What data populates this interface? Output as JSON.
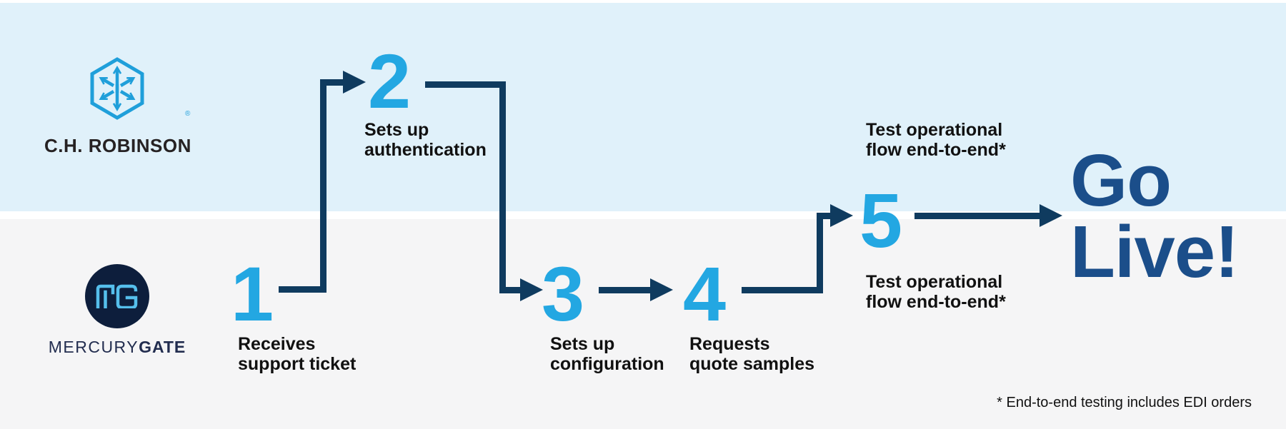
{
  "colors": {
    "accent_blue": "#23a7e2",
    "arrow_navy": "#0f3b5f",
    "golive_blue": "#1b4e8a",
    "lane_top_bg": "#e0f1fa",
    "lane_bottom_bg": "#f5f5f6",
    "chr_logo_blue": "#1f9fda",
    "mg_circle_navy": "#0d1e3c",
    "mg_monogram_blue": "#55bfec",
    "wordmark_navy": "#222d4f",
    "label_text": "#111111"
  },
  "lanes": {
    "top": {
      "company": "C.H. ROBINSON",
      "registered_mark": "®",
      "logo_icon": "hexagon-arrows-icon"
    },
    "bottom": {
      "company_regular": "MERCURY",
      "company_bold": "GATE",
      "monogram": "MG",
      "logo_icon": "mg-monogram-circle-icon"
    }
  },
  "steps": [
    {
      "number": "1",
      "lane": "bottom",
      "label_lines": [
        "Receives",
        "support ticket"
      ]
    },
    {
      "number": "2",
      "lane": "top",
      "label_lines": [
        "Sets up",
        "authentication"
      ]
    },
    {
      "number": "3",
      "lane": "bottom",
      "label_lines": [
        "Sets up",
        "configuration"
      ]
    },
    {
      "number": "4",
      "lane": "bottom",
      "label_lines": [
        "Requests",
        "quote samples"
      ]
    },
    {
      "number": "5",
      "lane": "both",
      "label_top_lines": [
        "Test operational",
        "flow end-to-end*"
      ],
      "label_bottom_lines": [
        "Test operational",
        "flow end-to-end*"
      ]
    }
  ],
  "golive": {
    "line1": "Go",
    "line2": "Live!"
  },
  "footnote": "* End-to-end testing includes EDI orders"
}
